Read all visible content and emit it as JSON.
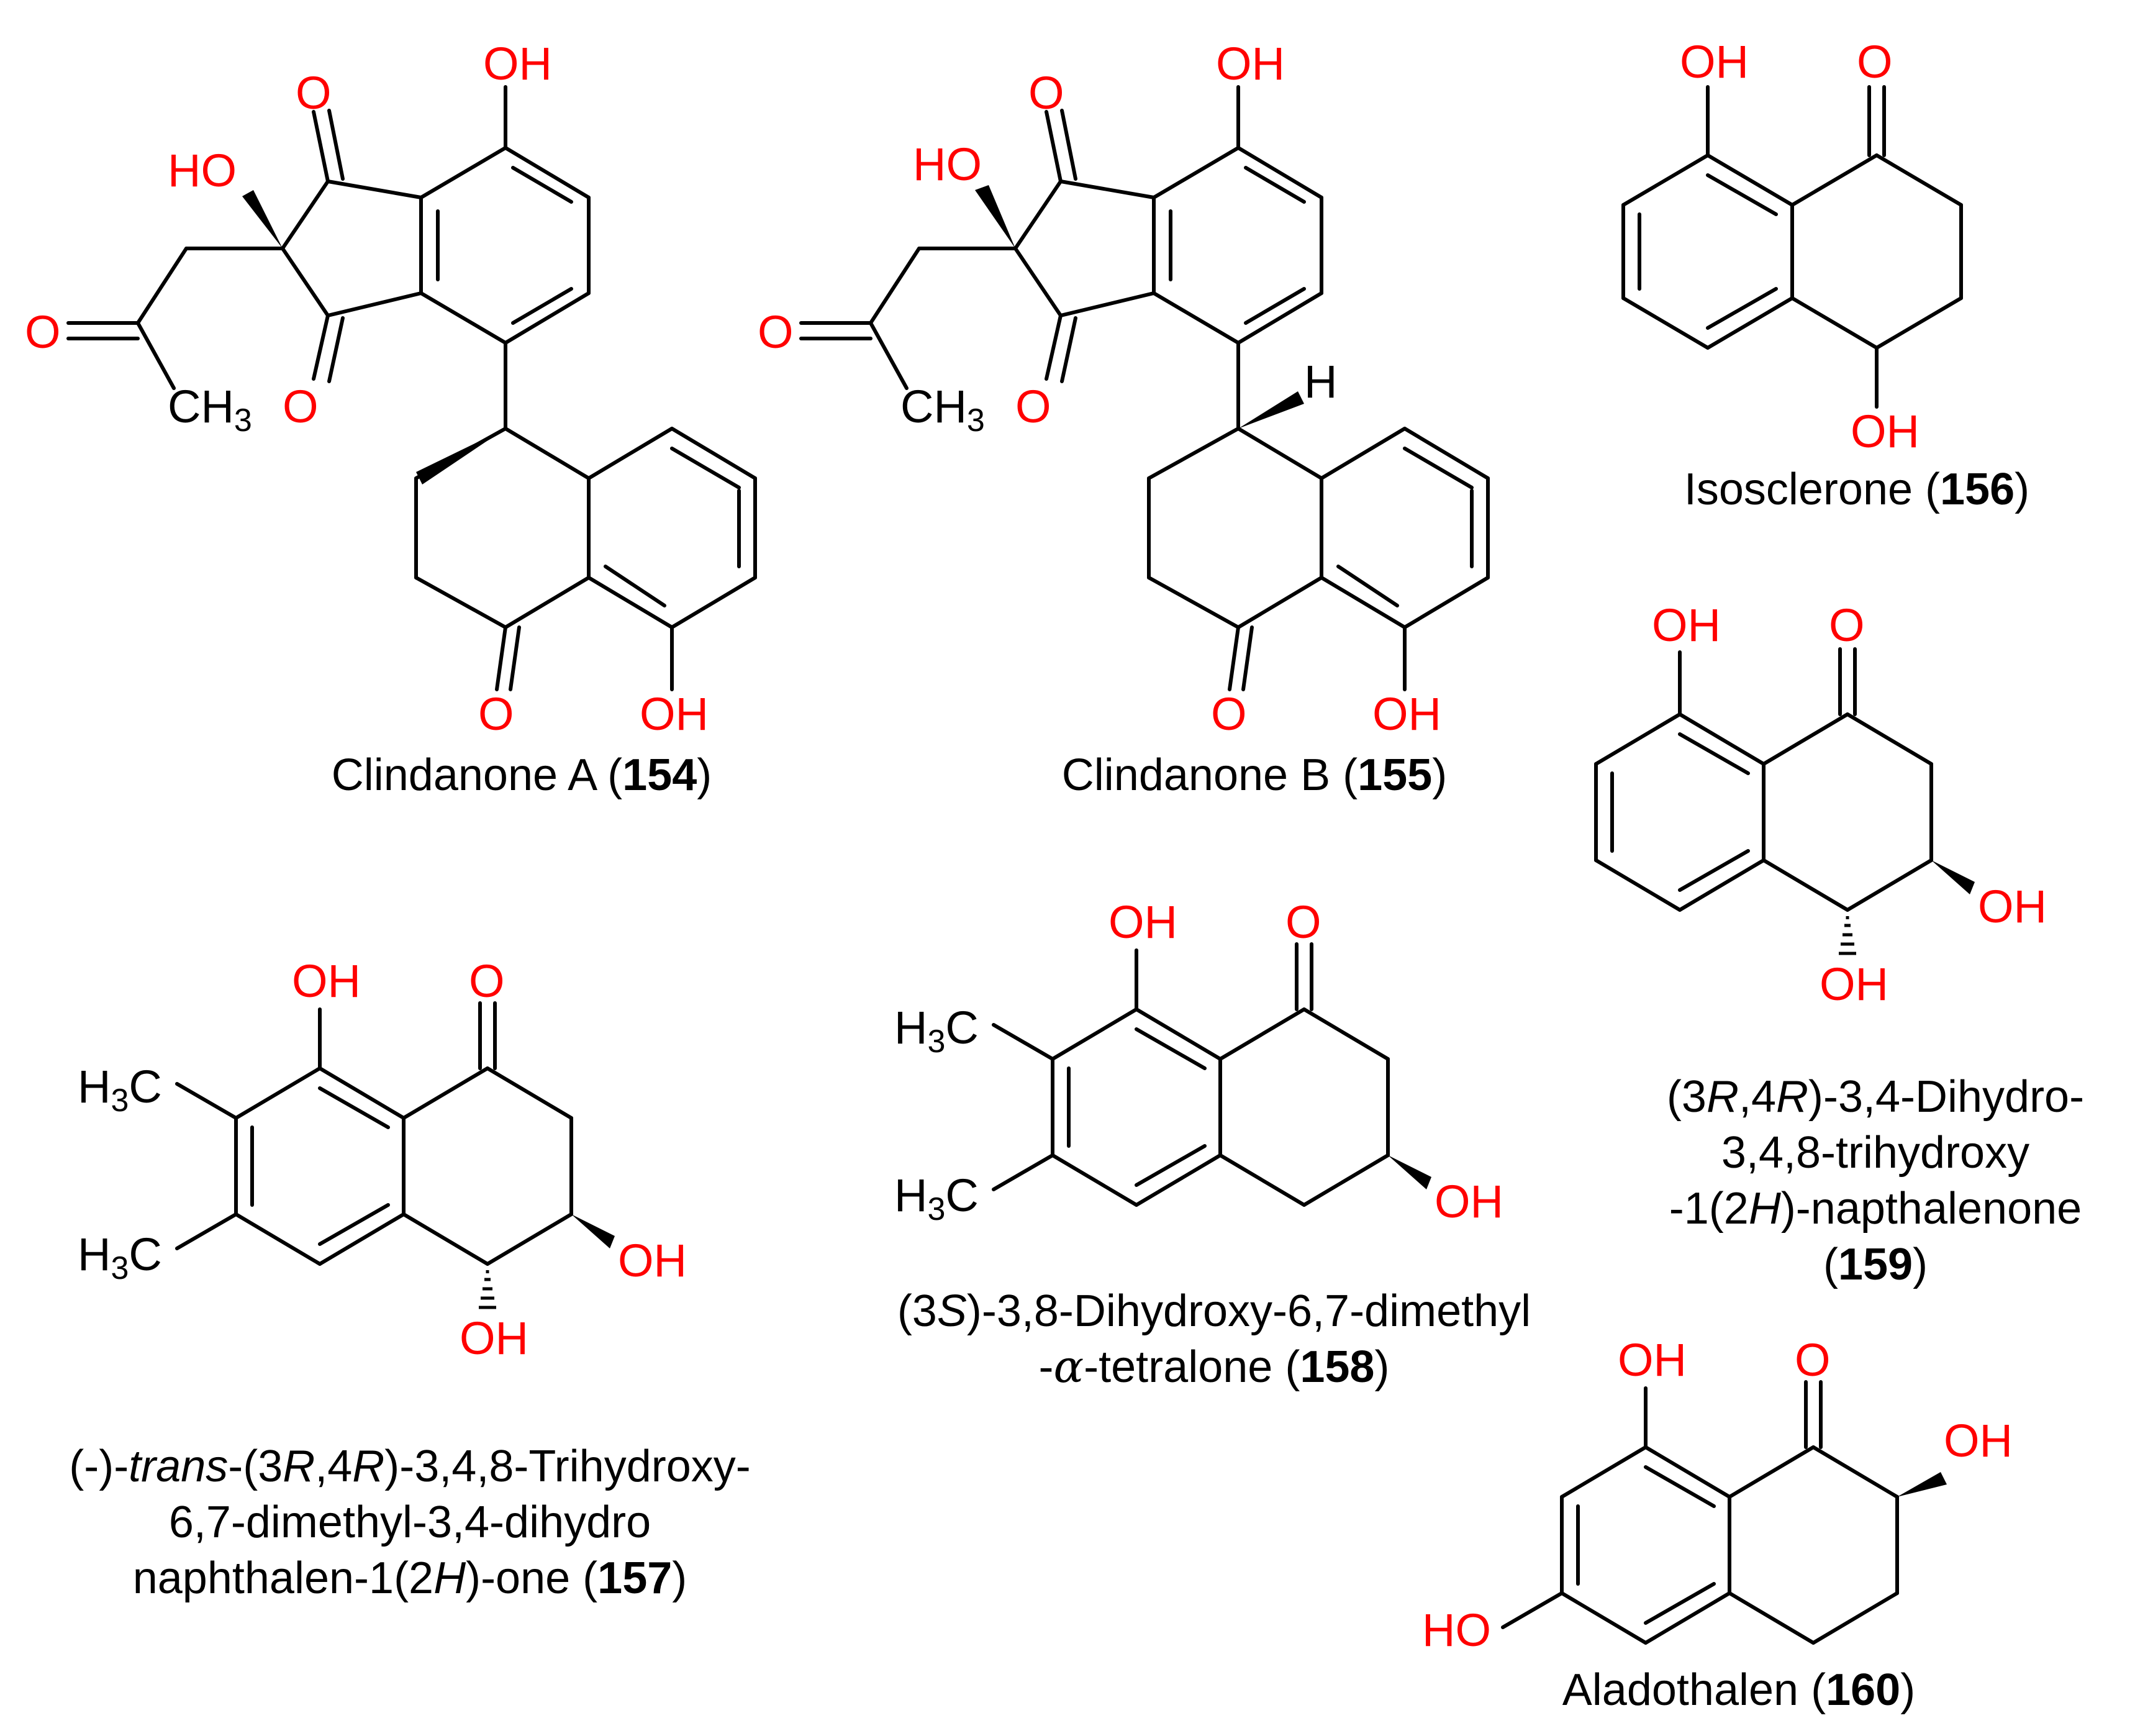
{
  "colors": {
    "heteroatom": "#ff0000",
    "carbon": "#000000",
    "background": "#ffffff"
  },
  "labels": {
    "OH": "OH",
    "HO": "HO",
    "O": "O",
    "H": "H",
    "C": "C",
    "CH": "CH",
    "H_m": "H",
    "sub3": "3"
  },
  "compounds": [
    {
      "id": "154",
      "caption": {
        "before": "Clindanone A (",
        "number": "154",
        "after": ")"
      }
    },
    {
      "id": "155",
      "caption": {
        "before": "Clindanone B (",
        "number": "155",
        "after": ")"
      }
    },
    {
      "id": "156",
      "caption": {
        "before": "Isosclerone (",
        "number": "156",
        "after": ")"
      }
    },
    {
      "id": "159",
      "caption": {
        "line1": {
          "a": "(3",
          "b": "R",
          "c": ",4",
          "d": "R",
          "e": ")-3,4-Dihydro-"
        },
        "line2": "3,4,8-trihydroxy",
        "line3": {
          "a": "-1(2",
          "b": "H",
          "c": ")-napthalenone"
        },
        "line4": {
          "before": "(",
          "number": "159",
          "after": ")"
        }
      }
    },
    {
      "id": "157",
      "caption": {
        "line1": {
          "a": "(-)-",
          "b": "trans",
          "c": "-(3",
          "d": "R",
          "e": ",4",
          "f": "R",
          "g": ")-3,4,8-Trihydroxy-"
        },
        "line2": "6,7-dimethyl-3,4-dihydro",
        "line3": {
          "a": "naphthalen-1(2",
          "b": "H",
          "c": ")-one (",
          "number": "157",
          "d": ")"
        }
      }
    },
    {
      "id": "158",
      "caption": {
        "line1": {
          "a": "(3",
          "b": "S",
          "c": ")-3,8-Dihydroxy-6,7-dimethyl"
        },
        "line2": {
          "a": "-",
          "b": "α",
          "c": "-tetralone (",
          "number": "158",
          "d": ")"
        }
      }
    },
    {
      "id": "160",
      "caption": {
        "before": "Aladothalen (",
        "number": "160",
        "after": ")"
      }
    }
  ]
}
